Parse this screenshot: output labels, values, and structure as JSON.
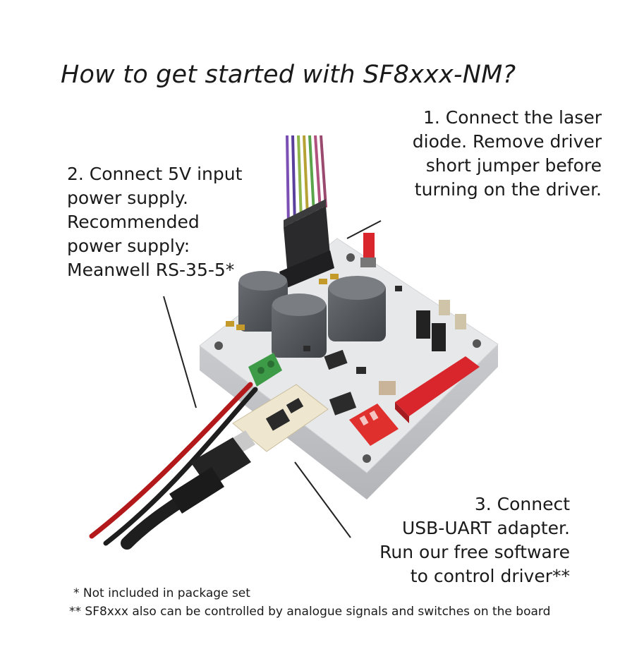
{
  "title": "How to get started with SF8xxx-NM?",
  "steps": {
    "step1": "1. Connect the laser\ndiode. Remove driver\nshort jumper before\nturning on the driver.",
    "step2": "2. Connect 5V input\npower supply.\nRecommended\npower supply:\nMeanwell RS-35-5*",
    "step3": "3. Connect\nUSB-UART adapter.\nRun our free software\nto control driver**"
  },
  "footnotes": {
    "note1": "* Not included in package set",
    "note2": "** SF8xxx also can be controlled by analogue signals and switches on the board"
  },
  "colors": {
    "board": "#e7e8ea",
    "inductor": "#5a5d62",
    "header_red": "#d8262c",
    "terminal_green": "#3d9a47",
    "dip_red": "#e0302d",
    "cable_red": "#b3191a",
    "cable_black": "#1e1e1e"
  }
}
